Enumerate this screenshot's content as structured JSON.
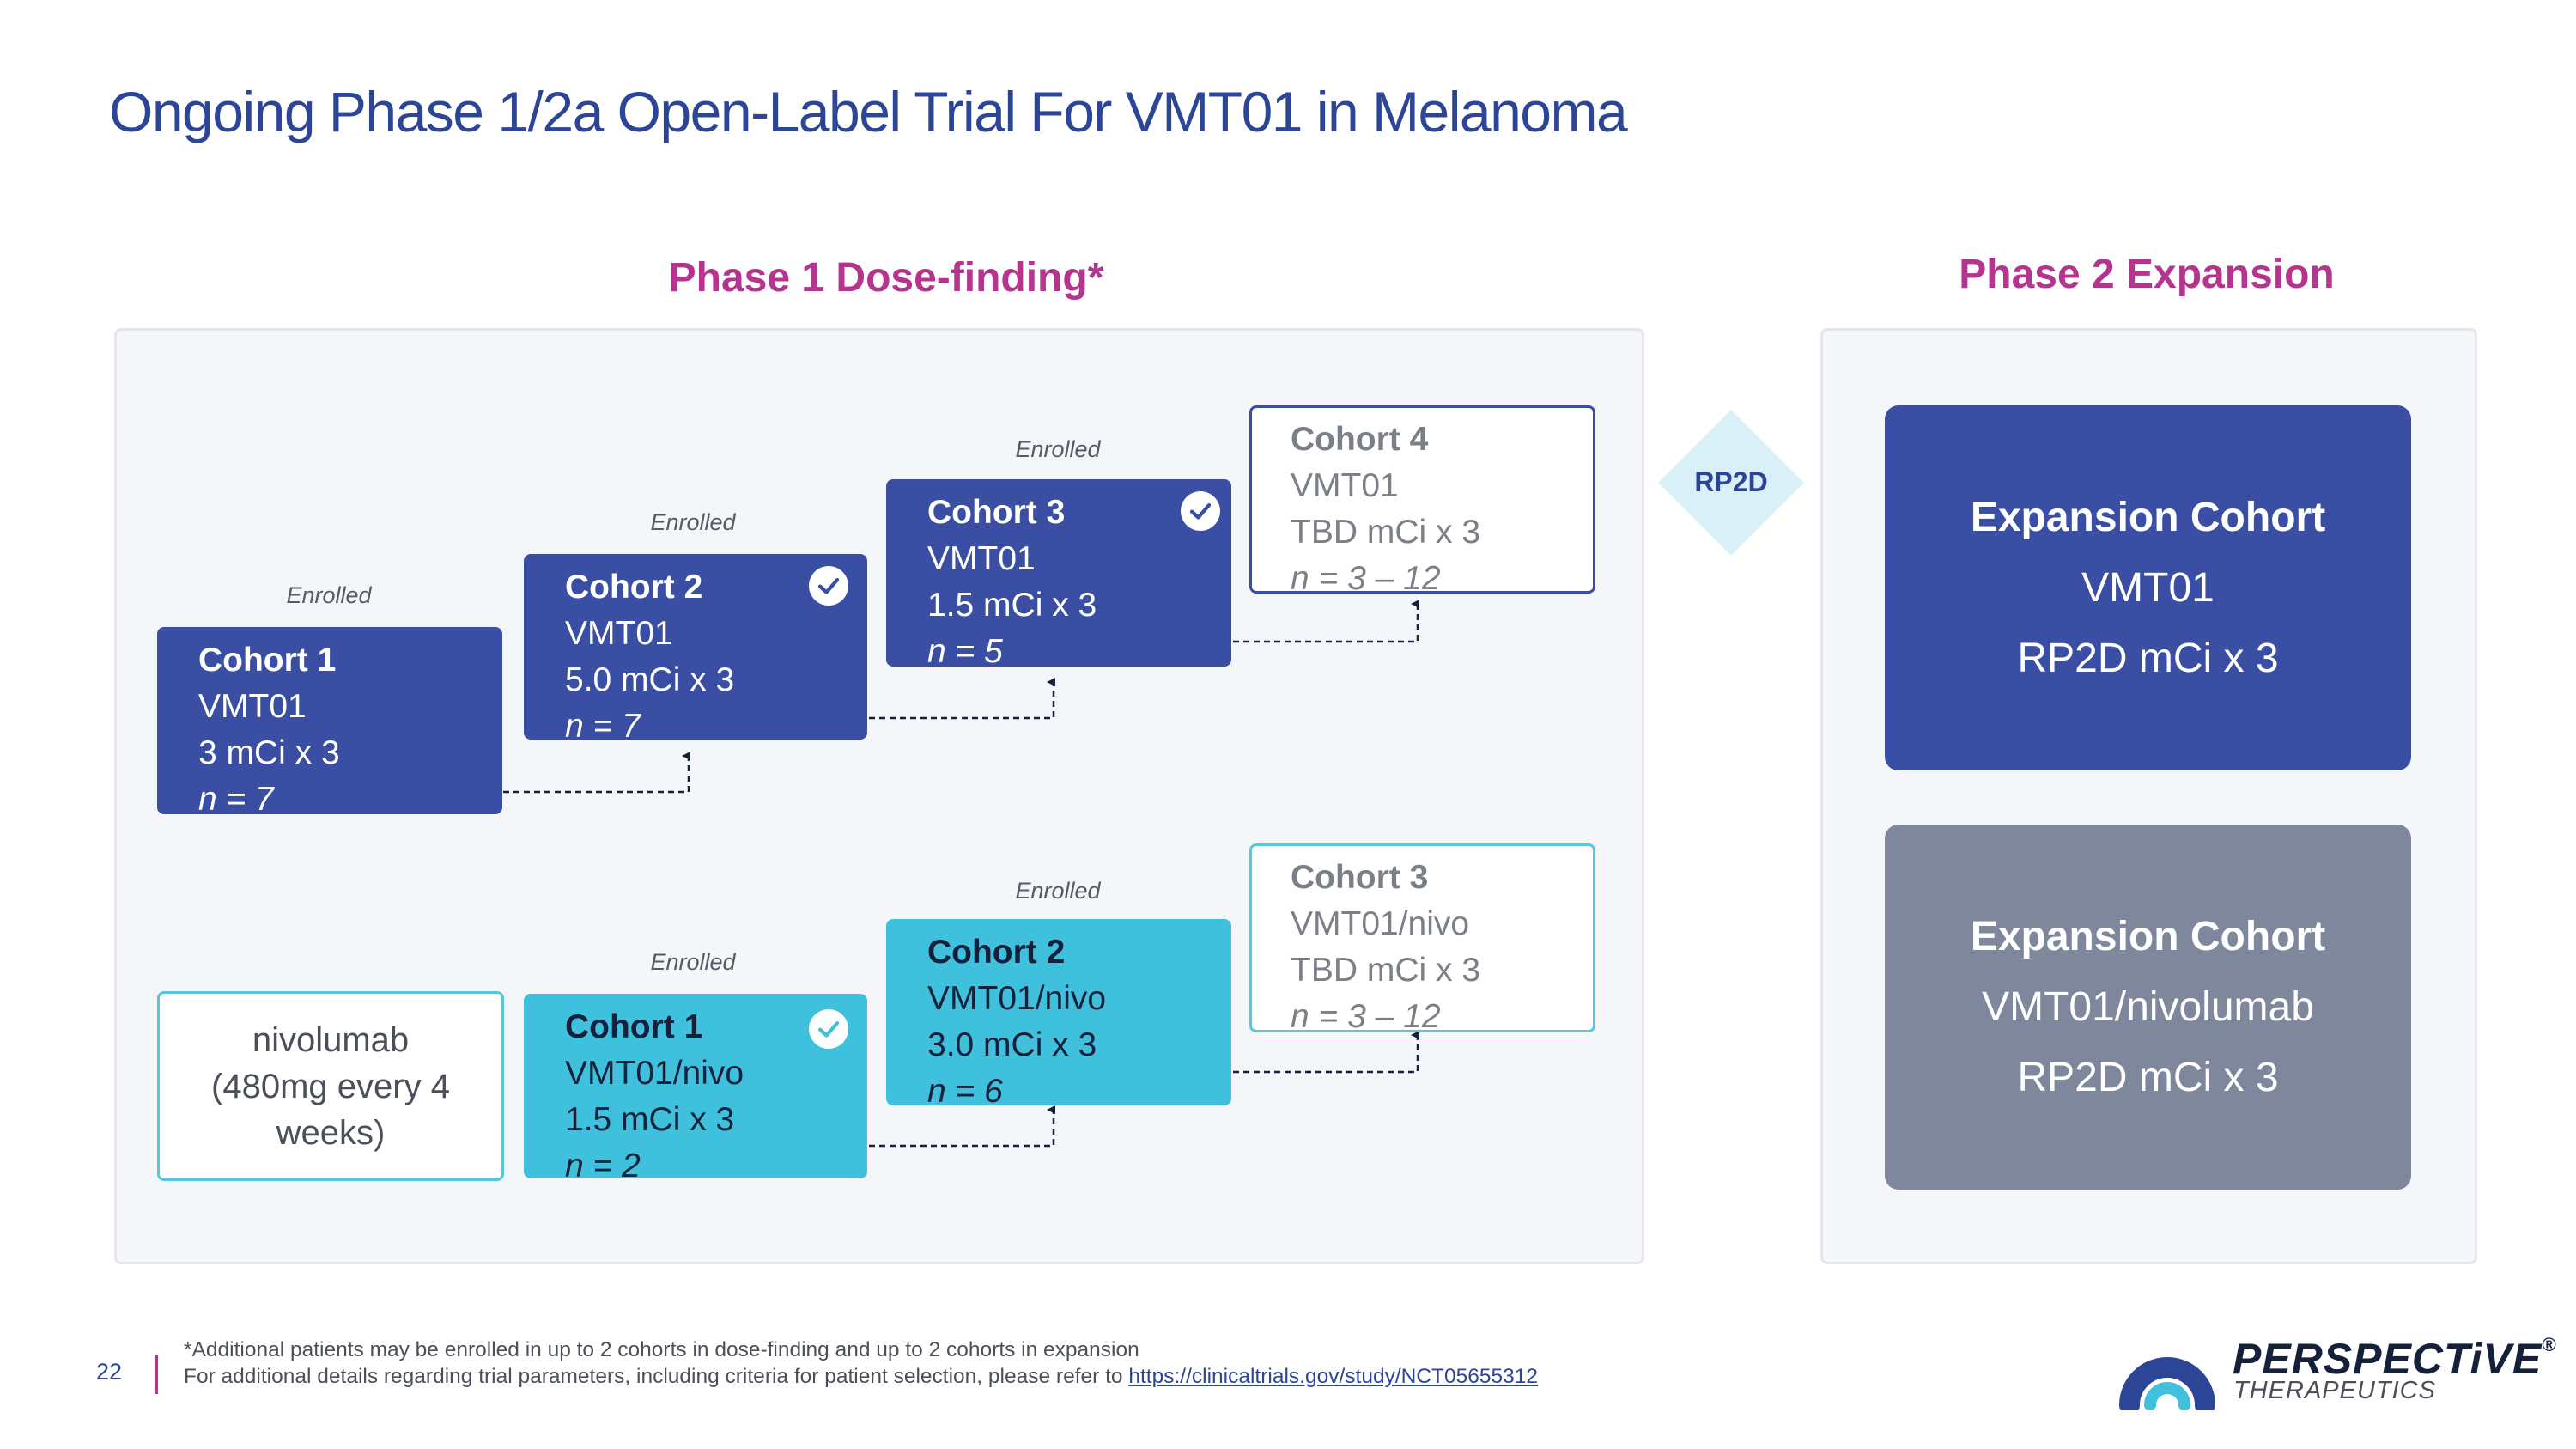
{
  "title": "Ongoing Phase 1/2a Open-Label Trial For VMT01 in Melanoma",
  "phase1": {
    "heading": "Phase 1 Dose-finding*",
    "enrolled_label": "Enrolled",
    "monotherapy": [
      {
        "name": "Cohort 1",
        "drug": "VMT01",
        "dose": "3 mCi x 3",
        "n": "n = 7",
        "status": "enrolled"
      },
      {
        "name": "Cohort 2",
        "drug": "VMT01",
        "dose": "5.0 mCi x 3",
        "n": "n = 7",
        "status": "completed"
      },
      {
        "name": "Cohort 3",
        "drug": "VMT01",
        "dose": "1.5 mCi x 3",
        "n": "n = 5",
        "status": "completed"
      },
      {
        "name": "Cohort 4",
        "drug": "VMT01",
        "dose": "TBD mCi x 3",
        "n": "n = 3 – 12",
        "status": "planned"
      }
    ],
    "combination_lead": {
      "line1": "nivolumab",
      "line2": "(480mg every 4",
      "line3": "weeks)"
    },
    "combination": [
      {
        "name": "Cohort 1",
        "drug": "VMT01/nivo",
        "dose": "1.5 mCi x 3",
        "n": "n = 2",
        "status": "completed"
      },
      {
        "name": "Cohort 2",
        "drug": "VMT01/nivo",
        "dose": "3.0 mCi x 3",
        "n": "n = 6",
        "status": "enrolled"
      },
      {
        "name": "Cohort 3",
        "drug": "VMT01/nivo",
        "dose": "TBD mCi x 3",
        "n": "n = 3 – 12",
        "status": "planned"
      }
    ]
  },
  "rp2d_label": "RP2D",
  "phase2": {
    "heading": "Phase 2 Expansion",
    "cohorts": [
      {
        "name": "Expansion Cohort",
        "drug": "VMT01",
        "dose": "RP2D mCi x 3"
      },
      {
        "name": "Expansion Cohort",
        "drug": "VMT01/nivolumab",
        "dose": "RP2D mCi x 3"
      }
    ]
  },
  "footer": {
    "page_number": "22",
    "note1": "*Additional patients may be enrolled in up to 2 cohorts in dose-finding and up to 2 cohorts in expansion",
    "note2_prefix": "For additional details regarding trial parameters, including criteria for patient selection, please refer to ",
    "note2_link": "https://clinicaltrials.gov/study/NCT05655312"
  },
  "logo": {
    "name": "PERSPECTiVE",
    "registered": "®",
    "sub": "THERAPEUTICS"
  },
  "colors": {
    "navy": "#3a4ea3",
    "cyan": "#3fc1dd",
    "magenta": "#b5358e",
    "expansion_navy": "#3a4ea3",
    "expansion_gray": "#7e879b",
    "title_blue": "#2d4597"
  }
}
